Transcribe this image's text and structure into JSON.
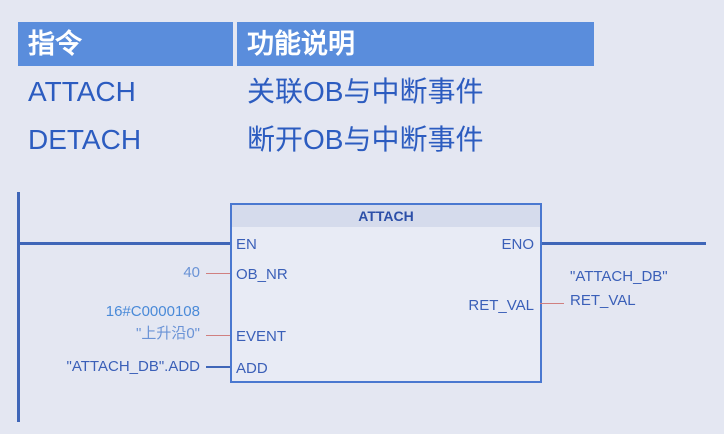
{
  "table": {
    "headers": [
      "指令",
      "功能说明"
    ],
    "rows": [
      {
        "instruction": "ATTACH",
        "description": "关联OB与中断事件"
      },
      {
        "instruction": "DETACH",
        "description": "断开OB与中断事件"
      }
    ]
  },
  "block": {
    "title": "ATTACH",
    "inputs": {
      "en": "EN",
      "ob_nr": "OB_NR",
      "event": "EVENT",
      "add": "ADD"
    },
    "outputs": {
      "eno": "ENO",
      "ret_val": "RET_VAL"
    },
    "params": {
      "ob_nr": "40",
      "event_hex": "16#C0000108",
      "event_name": "\"上升沿0\"",
      "add": "\"ATTACH_DB\".ADD",
      "ret_db": "\"ATTACH_DB\"",
      "ret_val": "RET_VAL"
    }
  }
}
